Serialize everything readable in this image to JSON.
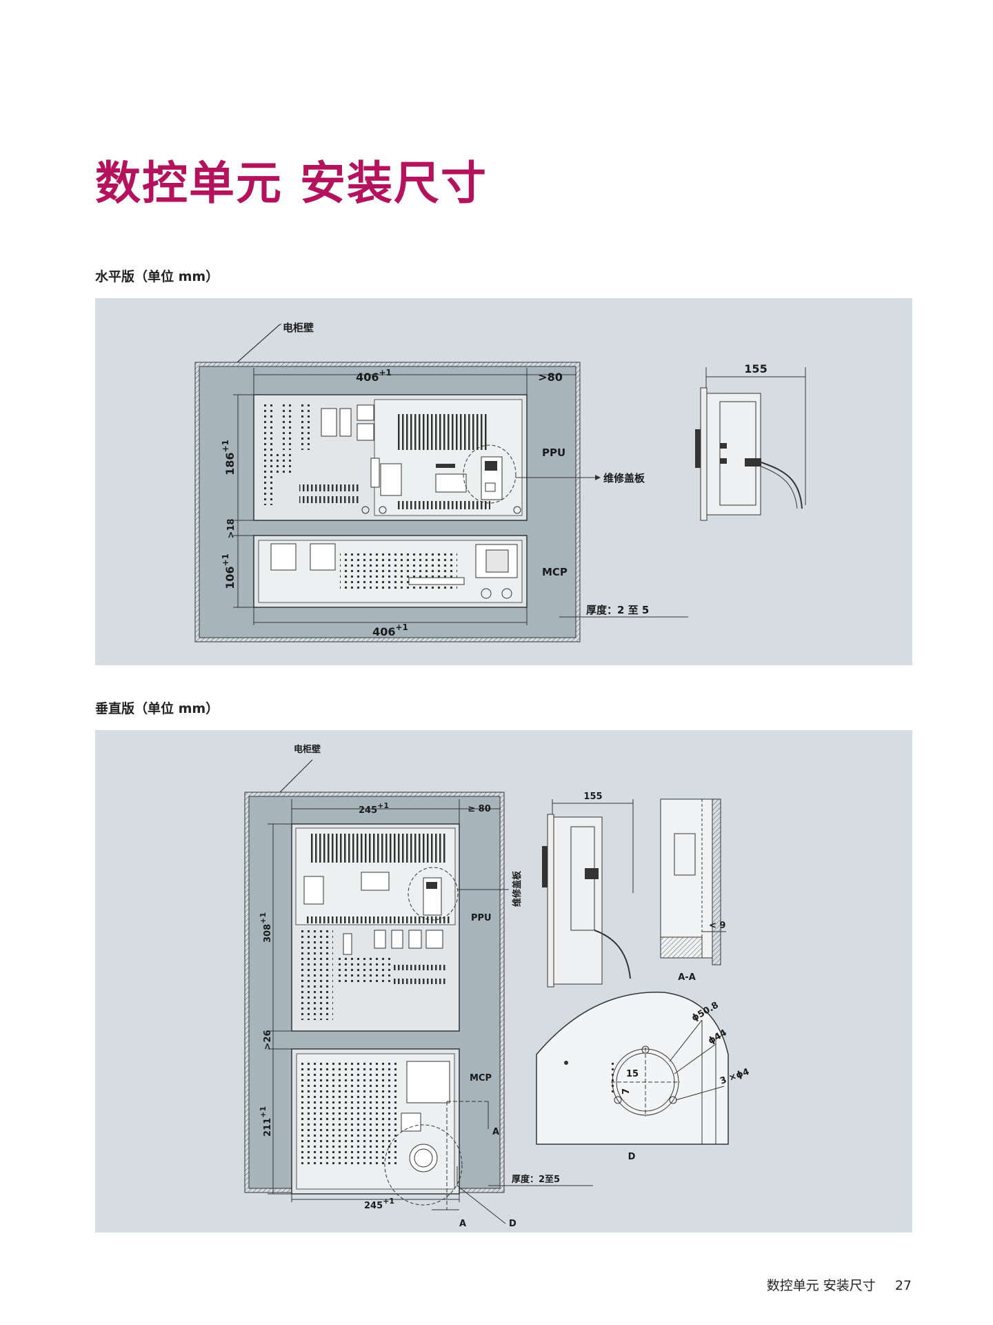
{
  "page": {
    "title": "数控单元 安装尺寸",
    "footer_title": "数控单元 安装尺寸",
    "page_number": "27"
  },
  "horizontal": {
    "heading": "水平版（单位 mm）",
    "cabinet_wall": "电柜壁",
    "width_top": "406",
    "width_top_tol": "+1",
    "clearance_right": ">80",
    "ppu_height": "186",
    "ppu_height_tol": "+1",
    "gap": ">18",
    "mcp_height": "106",
    "mcp_height_tol": "+1",
    "width_bottom": "406",
    "width_bottom_tol": "+1",
    "ppu_label": "PPU",
    "mcp_label": "MCP",
    "cover_label": "维修盖板",
    "thickness": "厚度：2 至 5",
    "side_depth": "155"
  },
  "vertical": {
    "heading": "垂直版（单位 mm）",
    "cabinet_wall": "电柜壁",
    "width_top": "245",
    "width_top_tol": "+1",
    "clearance_right": "≥ 80",
    "ppu_height": "308",
    "ppu_height_tol": "+1",
    "gap": ">26",
    "mcp_height": "211",
    "mcp_height_tol": "+1",
    "width_bottom": "245",
    "width_bottom_tol": "+1",
    "ppu_label": "PPU",
    "mcp_label": "MCP",
    "cover_label": "维修盖板",
    "thickness": "厚度：2至5",
    "side_depth": "155",
    "section_label": "A-A",
    "lt9": "< 9",
    "detail_label": "D",
    "d1": "ϕ50.8",
    "d2": "ϕ44",
    "d3": "3 ×ϕ4",
    "d15": "15",
    "d7": "7",
    "mark_a": "A",
    "mark_a2": "A",
    "mark_d": "D"
  }
}
